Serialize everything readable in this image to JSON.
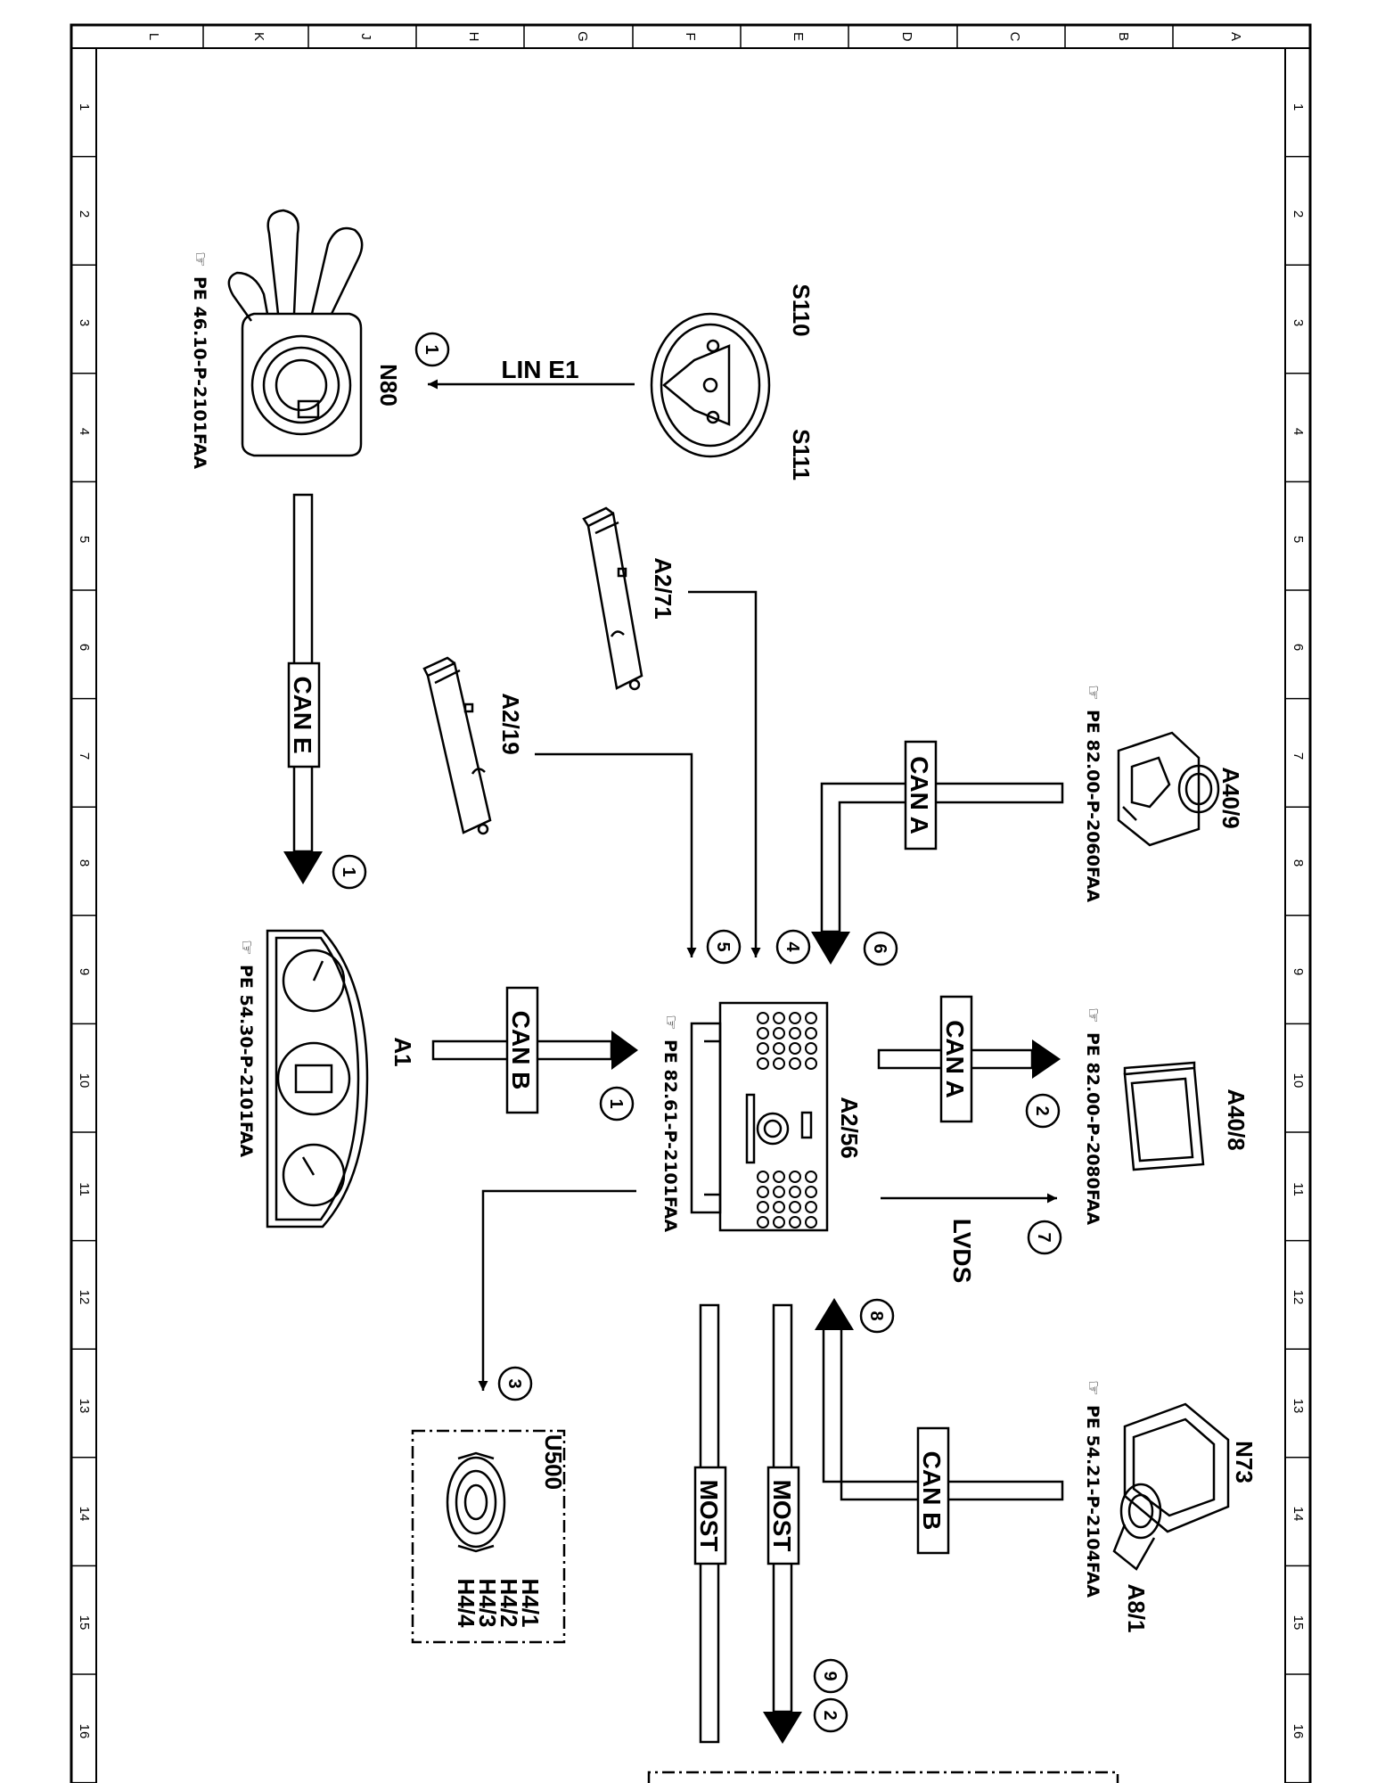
{
  "grid": {
    "letters": [
      "L",
      "K",
      "J",
      "H",
      "G",
      "F",
      "E",
      "D",
      "C",
      "B",
      "A"
    ],
    "numbers": [
      "1",
      "2",
      "3",
      "4",
      "5",
      "6",
      "7",
      "8",
      "9",
      "10",
      "11",
      "12",
      "13",
      "14",
      "15",
      "16"
    ]
  },
  "components": {
    "n80": "N80",
    "s110": "S110",
    "s111": "S111",
    "a2_71": "A2/71",
    "a2_19": "A2/19",
    "a40_9": "A40/9",
    "a1": "A1",
    "a2_56": "A2/56",
    "a40_8": "A40/8",
    "n73": "N73",
    "a8_1": "A8/1",
    "u500": "U500",
    "h4": [
      "H4/1",
      "H4/2",
      "H4/3",
      "H4/4"
    ]
  },
  "references": {
    "n80": "PE 46.10-P-2101FAA",
    "a40_9": "PE 82.00-P-2060FAA",
    "a1": "PE 54.30-P-2101FAA",
    "a2_56": "PE 82.61-P-2101FAA",
    "a40_8": "PE 82.00-P-2080FAA",
    "n73": "PE 54.21-P-2104FAA"
  },
  "buses": {
    "lin_e1": "LIN E1",
    "can_e": "CAN E",
    "can_a_upper": "CAN A",
    "can_b_left": "CAN B",
    "can_a_right": "CAN A",
    "lvds": "LVDS",
    "can_b_lower": "CAN B",
    "most_1": "MOST",
    "most_2": "MOST"
  },
  "markers": {
    "m_n80": "1",
    "m_cane": "1",
    "m_a1": "1",
    "m_a219": "5",
    "m_a271": "4",
    "m_a409": "6",
    "m_a408": "2",
    "m_lvds": "7",
    "m_n73": "8",
    "m_u500": "3",
    "m_most_a": "9",
    "m_most_b": "2"
  },
  "colors": {
    "ink": "#000000",
    "paper": "#ffffff"
  }
}
